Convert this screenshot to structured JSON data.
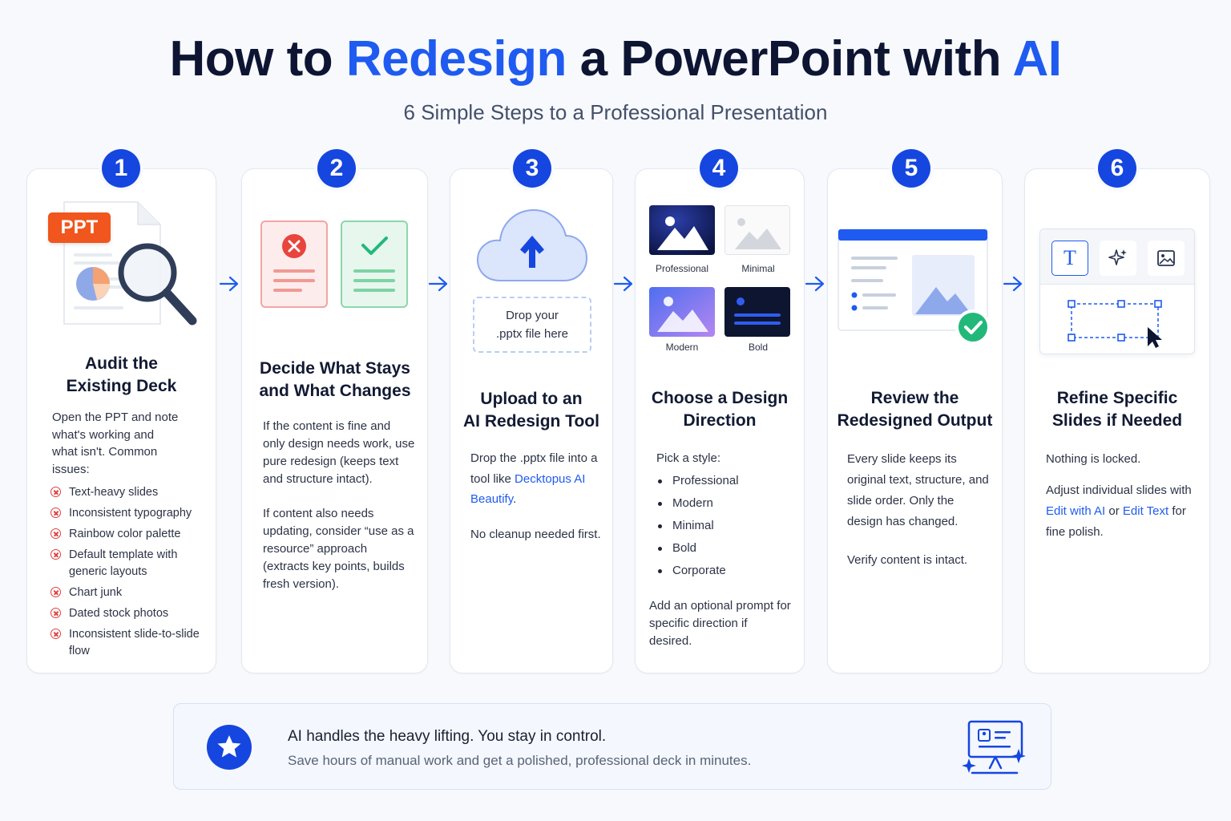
{
  "header": {
    "title_parts": [
      "How to ",
      "Redesign",
      " a PowerPoint with ",
      "AI"
    ],
    "subtitle": "6 Simple Steps to a Professional Presentation"
  },
  "colors": {
    "accent": "#1f5bf0",
    "badge": "#1546e0",
    "error": "#e04040",
    "success": "#22b87a",
    "ppt_orange": "#f0561d"
  },
  "steps": [
    {
      "number": "1",
      "title_lines": [
        "Audit the",
        "Existing Deck"
      ],
      "intro": [
        "Open the PPT and note",
        "what's working and",
        "what isn't. Common",
        "issues:"
      ],
      "badge_text": "PPT",
      "issues": [
        "Text-heavy slides",
        "Inconsistent typography",
        "Rainbow color palette",
        "Default template with generic layouts",
        "Chart junk",
        "Dated stock photos",
        "Inconsistent slide-to-slide flow"
      ]
    },
    {
      "number": "2",
      "title_lines": [
        "Decide What Stays",
        "and What Changes"
      ],
      "para1": "If the content is fine and only design needs work, use pure redesign (keeps text and structure intact).",
      "para2": "If content also needs updating, consider “use as a resource” approach (extracts key points, builds fresh version)."
    },
    {
      "number": "3",
      "title_lines": [
        "Upload to an",
        "AI Redesign Tool"
      ],
      "drop_lines": [
        "Drop your",
        ".pptx file here"
      ],
      "text_before": "Drop the .pptx file into a tool like ",
      "link": "Decktopus AI Beautify",
      "text_after": ".",
      "para2": "No cleanup needed first."
    },
    {
      "number": "4",
      "title_lines": [
        "Choose a Design",
        "Direction"
      ],
      "thumb_labels": [
        "Professional",
        "Minimal",
        "Modern",
        "Bold"
      ],
      "intro": "Pick a style:",
      "styles": [
        "Professional",
        "Modern",
        "Minimal",
        "Bold",
        "Corporate"
      ],
      "outro": "Add an optional prompt for specific direction if desired."
    },
    {
      "number": "5",
      "title_lines": [
        "Review the",
        "Redesigned Output"
      ],
      "para1": "Every slide keeps its original text, structure, and slide order. Only the design has changed.",
      "para2": "Verify content is intact."
    },
    {
      "number": "6",
      "title_lines": [
        "Refine Specific",
        "Slides if Needed"
      ],
      "toolbar_text_icon": "T",
      "para1": "Nothing is locked.",
      "text_a": "Adjust individual slides with ",
      "link1": "Edit with AI",
      "text_b": " or ",
      "link2": "Edit Text",
      "text_c": " for fine polish."
    }
  ],
  "banner": {
    "main": "AI handles the heavy lifting. You stay in control.",
    "sub": "Save hours of manual work and get a polished, professional deck in minutes."
  }
}
